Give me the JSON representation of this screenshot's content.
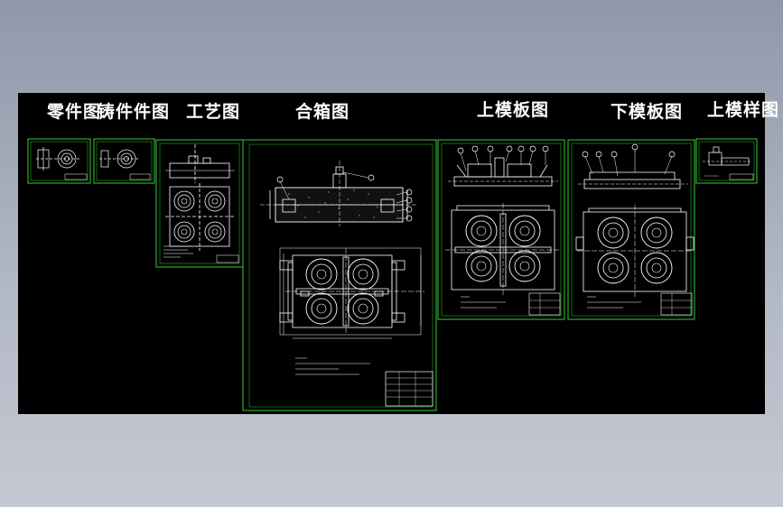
{
  "sheet_titles": {
    "part": "零件图",
    "casting": "铸件件图",
    "process": "工艺图",
    "assembly": "合箱图",
    "upper_pattern": "上模板图",
    "lower_pattern": "下模板图",
    "upper_sample": "上模样图"
  },
  "colors": {
    "background": "#000000",
    "frame": "#33cc33",
    "lines": "#ffffff",
    "balloons": "#ffffff",
    "viewport_bg": "#9aa2b3"
  }
}
